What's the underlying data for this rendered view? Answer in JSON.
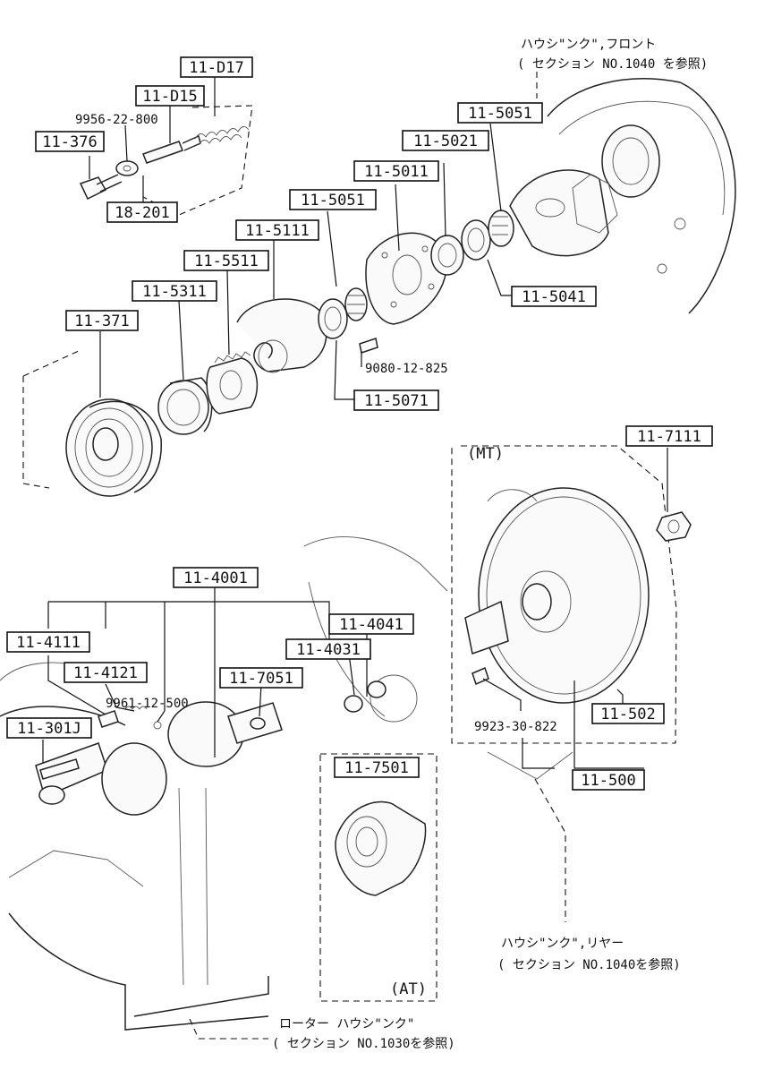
{
  "parts": {
    "p11_d17": "11-D17",
    "p11_d15": "11-D15",
    "p9956": "9956-22-800",
    "p11_376": "11-376",
    "p18_201": "18-201",
    "p11_5051_a": "11-5051",
    "p11_5021": "11-5021",
    "p11_5011": "11-5011",
    "p11_5051_b": "11-5051",
    "p11_5111": "11-5111",
    "p11_5511": "11-5511",
    "p11_5311": "11-5311",
    "p11_371": "11-371",
    "p11_5041": "11-5041",
    "p9080": "9080-12-825",
    "p11_5071": "11-5071",
    "p11_7111": "11-7111",
    "p11_4001": "11-4001",
    "p11_4041": "11-4041",
    "p11_4031": "11-4031",
    "p11_4111": "11-4111",
    "p11_4121": "11-4121",
    "p9961": "9961-12-500",
    "p11_7051": "11-7051",
    "p11_301j": "11-301J",
    "p11_502": "11-502",
    "p9923": "9923-30-822",
    "p11_500": "11-500",
    "p11_7501": "11-7501"
  },
  "variants": {
    "mt": "(MT)",
    "at": "(AT)"
  },
  "notes": {
    "front_line1": "ハウシ\"ンク\",フロント",
    "front_line2": "( セクション NO.1040 を参照)",
    "rear_line1": "ハウシ\"ンク\",リヤー",
    "rear_line2": "( セクション NO.1040を参照)",
    "rotor_line1": "ローター ハウシ\"ンク\"",
    "rotor_line2": "( セクション NO.1030を参照)"
  }
}
